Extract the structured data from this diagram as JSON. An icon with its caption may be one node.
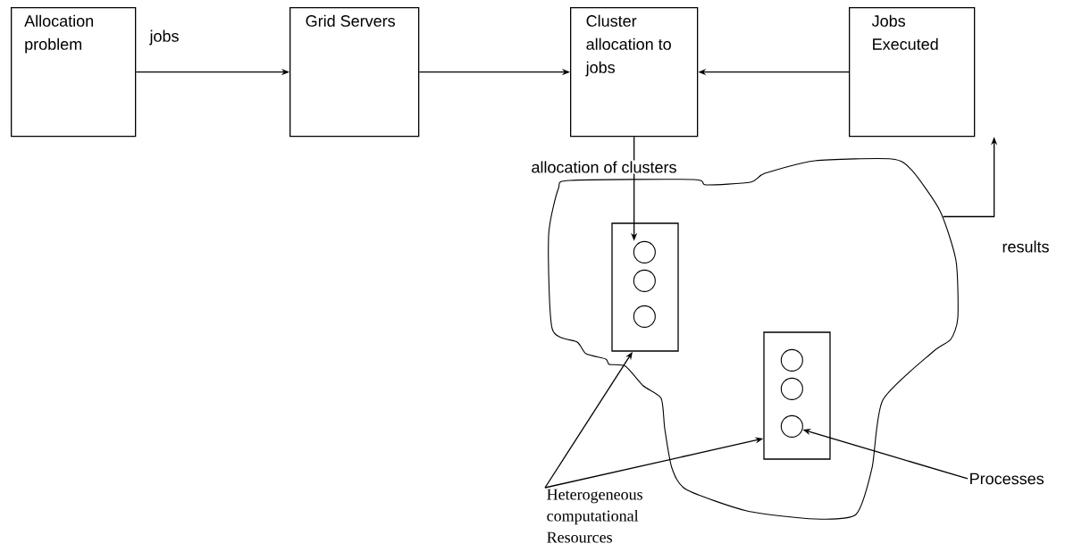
{
  "diagram": {
    "nodes": [
      {
        "text": [
          "Allocation problem"
        ]
      },
      {
        "text": [
          "Grid Servers"
        ]
      },
      {
        "text": [
          "Cluster allocation to jobs"
        ]
      },
      {
        "text": [
          "Jobs Executed"
        ]
      },
      {
        "text": [],
        "shape": "cloud"
      },
      {
        "text": [],
        "shape": "box",
        "in": 4
      },
      {
        "text": [],
        "shape": "circle",
        "in": 5
      },
      {
        "text": [],
        "shape": "circle",
        "in": 5
      },
      {
        "text": [],
        "shape": "circle",
        "in": 5
      },
      {
        "text": [],
        "shape": "box",
        "in": 4
      },
      {
        "text": [],
        "shape": "circle",
        "in": 9
      },
      {
        "text": [],
        "shape": "circle",
        "in": 9
      },
      {
        "text": [],
        "shape": "circle",
        "in": 9
      },
      {
        "text": [
          "Heterogeneous computational Resources"
        ]
      },
      {
        "text": [
          "Processes"
        ]
      }
    ],
    "edges": [
      {
        "from": 0,
        "to": 1,
        "arrow": "to",
        "label": "jobs"
      },
      {
        "from": 1,
        "to": 2,
        "arrow": "to"
      },
      {
        "from": 3,
        "to": 2,
        "arrow": "to"
      },
      {
        "from": 2,
        "to": 6,
        "arrow": "to",
        "label": "allocation of clusters"
      },
      {
        "from": 4,
        "to": 3,
        "arrow": "to",
        "label": "results"
      },
      {
        "from": 13,
        "to": 5,
        "arrow": "to"
      },
      {
        "from": 13,
        "to": 9,
        "arrow": "to"
      },
      {
        "from": 14,
        "to": 12,
        "arrow": "to"
      }
    ]
  }
}
